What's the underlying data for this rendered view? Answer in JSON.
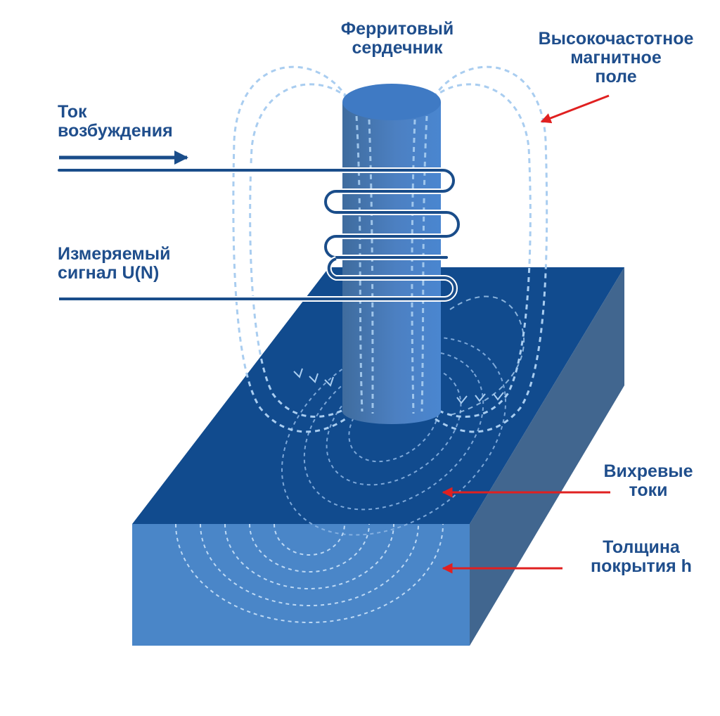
{
  "labels": {
    "ferrite_core": [
      "Ферритовый",
      "сердечник"
    ],
    "hf_field": [
      "Высокочастотное",
      "магнитное",
      "поле"
    ],
    "excitation_current": [
      "Ток",
      "возбуждения"
    ],
    "measured_signal": [
      "Измеряемый",
      "сигнал U(N)"
    ],
    "eddy_currents": [
      "Вихревые",
      "токи"
    ],
    "coating_thickness": [
      "Толщина",
      "покрытия h"
    ]
  },
  "colors": {
    "text": "#1f4e8c",
    "slab_top": "#114b8e",
    "slab_front": "#4a86c8",
    "slab_side": "#41668f",
    "core": "#4a7fc0",
    "wire": "#1a4d8a",
    "field_lines": "#a9cdf0",
    "arrow": "#e02020"
  }
}
